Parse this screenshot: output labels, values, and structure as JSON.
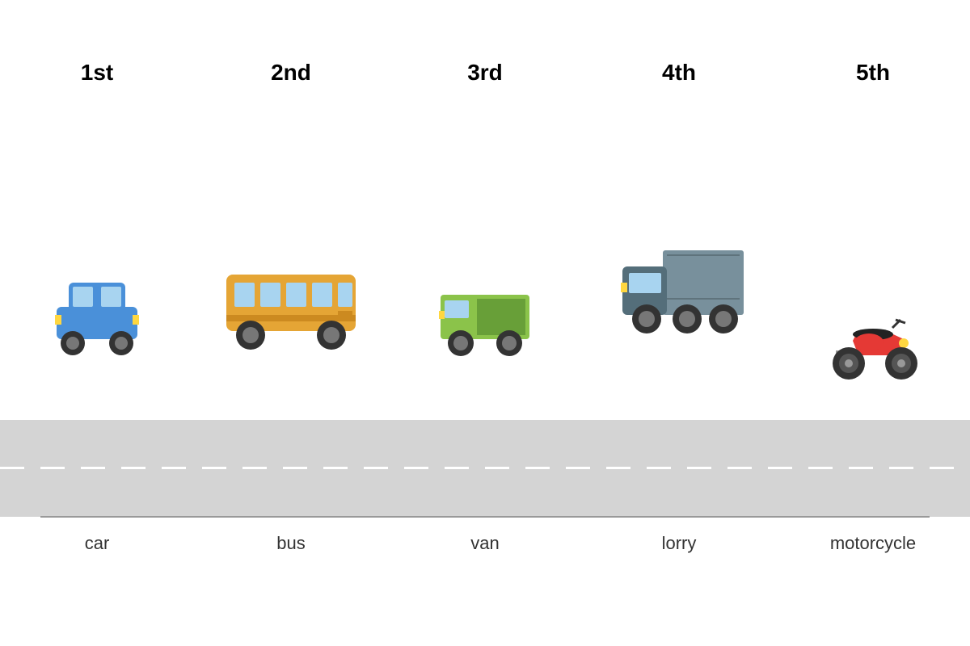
{
  "vehicles": [
    {
      "ordinal": "1st",
      "name": "car",
      "icon": "car-icon",
      "color": "#4a90d9"
    },
    {
      "ordinal": "2nd",
      "name": "bus",
      "icon": "bus-icon",
      "color": "#e5a535"
    },
    {
      "ordinal": "3rd",
      "name": "van",
      "icon": "van-icon",
      "color": "#8bc34a"
    },
    {
      "ordinal": "4th",
      "name": "lorry",
      "icon": "lorry-icon",
      "color": "#78909c"
    },
    {
      "ordinal": "5th",
      "name": "motorcycle",
      "icon": "motorcycle-icon",
      "color": "#e53935"
    }
  ],
  "colors": {
    "road": "#d4d4d4",
    "lane_marking": "#ffffff",
    "window": "#a8d4f0",
    "wheel": "#333333",
    "light": "#ffd740"
  }
}
